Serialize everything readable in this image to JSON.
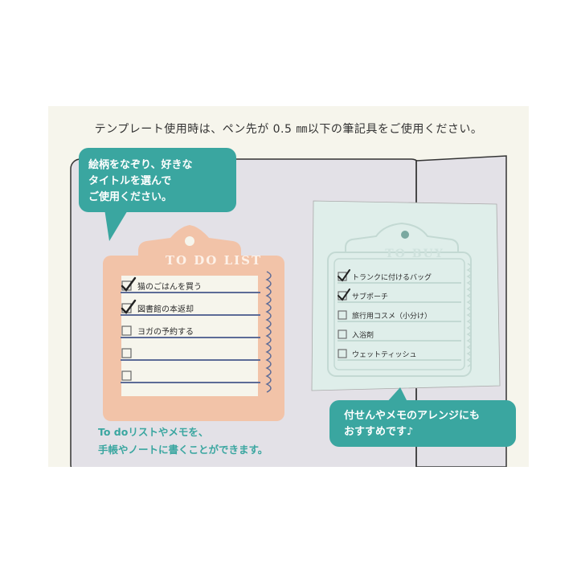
{
  "header": {
    "instruction": "テンプレート使用時は、ペン先が 0.5 ㎜以下の筆記具をご使用ください。"
  },
  "bubble_left": {
    "lines": [
      "絵柄をなぞり、好きな",
      "タイトルを選んで",
      "ご使用ください。"
    ]
  },
  "bubble_right": {
    "lines": [
      "付せんやメモのアレンジにも",
      "おすすめです♪"
    ]
  },
  "caption": {
    "lines": [
      "To doリストやメモを、",
      "手帳やノートに書くことができます。"
    ]
  },
  "todo_list": {
    "title": "TO DO LIST",
    "items": [
      {
        "text": "猫のごはんを買う",
        "checked": true
      },
      {
        "text": "図書館の本返却",
        "checked": true
      },
      {
        "text": "ヨガの予約する",
        "checked": false
      },
      {
        "text": "",
        "checked": false
      },
      {
        "text": "",
        "checked": false
      }
    ]
  },
  "to_buy": {
    "title": "TO BUY",
    "items": [
      {
        "text": "トランクに付けるバッグ",
        "checked": true
      },
      {
        "text": "サブポーチ",
        "checked": true
      },
      {
        "text": "旅行用コスメ（小分け）",
        "checked": false
      },
      {
        "text": "入浴剤",
        "checked": false
      },
      {
        "text": "ウェットティッシュ",
        "checked": false
      }
    ]
  },
  "colors": {
    "teal": "#3aa6a0",
    "peach": "#f2c3a8",
    "mint_sticky": "#dfeeea",
    "notebook": "#e2e0e6"
  }
}
